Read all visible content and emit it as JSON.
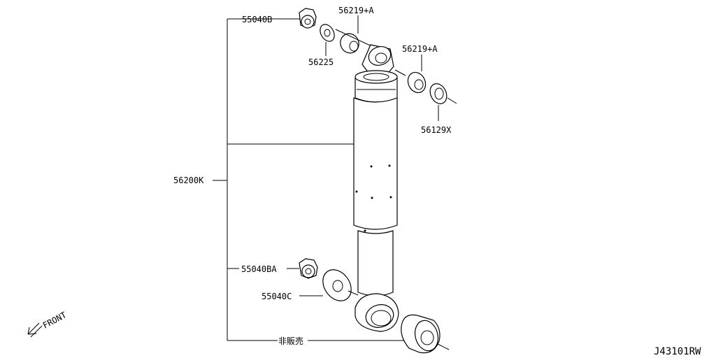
{
  "labels": {
    "p55040b": "55040B",
    "p56219a_top": "56219+A",
    "p56225": "56225",
    "p56219a_right": "56219+A",
    "p56129x": "56129X",
    "p56200k": "56200K",
    "p55040ba": "55040BA",
    "p55040c": "55040C",
    "not_for_sale": "非販売"
  },
  "front_label": "FRONT",
  "diagram_code": "J43101RW"
}
